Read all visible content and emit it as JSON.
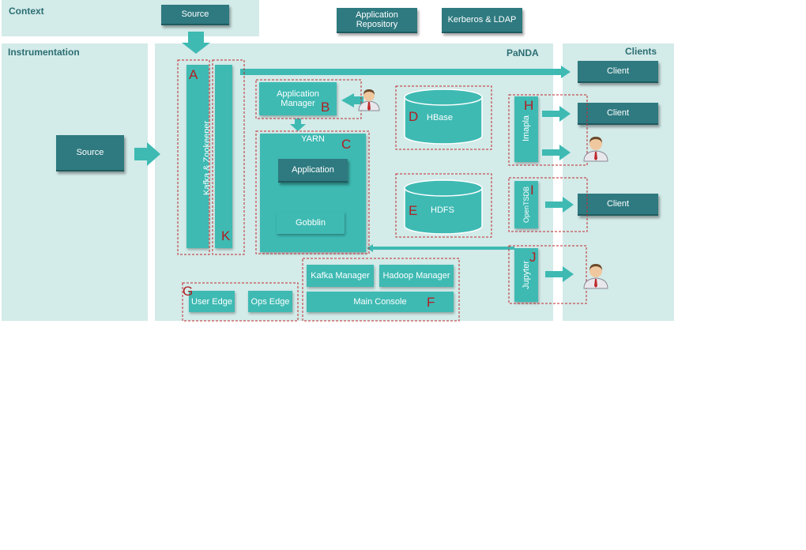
{
  "context": {
    "title": "Context",
    "source_label": "Source"
  },
  "top_boxes": {
    "app_repository": "Application\nRepository",
    "kerberos": "Kerberos & LDAP"
  },
  "instrumentation": {
    "title": "Instrumentation",
    "source_label": "Source"
  },
  "panda": {
    "title": "PaNDA",
    "kafka_label": "Kafka & Zookeeper",
    "app_manager": "Application\nManager",
    "yarn": "YARN",
    "application": "Application",
    "gobblin": "Gobblin",
    "hbase": "HBase",
    "hdfs": "HDFS",
    "kafka_manager": "Kafka Manager",
    "hadoop_manager": "Hadoop Manager",
    "main_console": "Main Console",
    "user_edge": "User Edge",
    "ops_edge": "Ops Edge",
    "impala": "Imapla",
    "opentsdb": "OpenTSDB",
    "jupyter": "Jupyter"
  },
  "clients": {
    "title": "Clients",
    "client1": "Client",
    "client2": "Client",
    "client3": "Client"
  },
  "letters": {
    "A": "A",
    "B": "B",
    "C": "C",
    "D": "D",
    "E": "E",
    "F": "F",
    "G": "G",
    "H": "H",
    "I": "I",
    "J": "J",
    "K": "K"
  },
  "colors": {
    "panel": "#d3ebe9",
    "dark_box": "#2e7a80",
    "teal": "#3ebab3",
    "dash": "#c0282d",
    "letter": "#b01e23"
  }
}
